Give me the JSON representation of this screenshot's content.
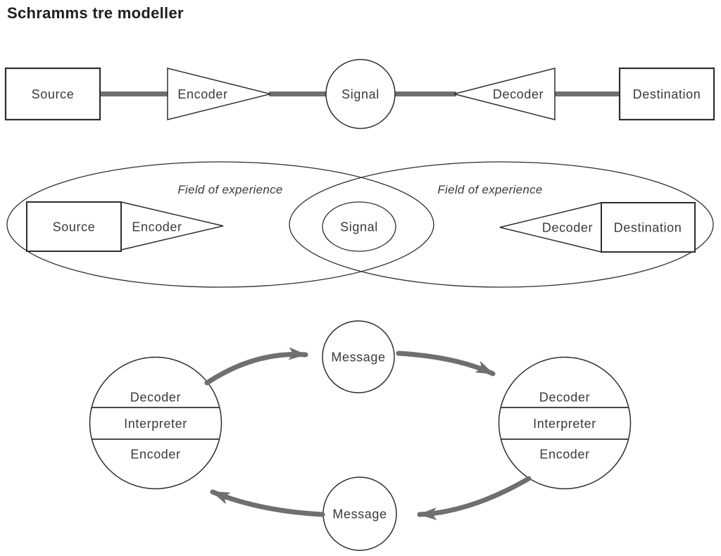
{
  "title": "Schramms tre modeller",
  "colors": {
    "outline": "#2e2e30",
    "text": "#3a3a3c",
    "connector": "#6f6f73"
  },
  "linear_model": {
    "source": "Source",
    "encoder": "Encoder",
    "signal": "Signal",
    "decoder": "Decoder",
    "destination": "Destination"
  },
  "experience_model": {
    "field_left": "Field of experience",
    "field_right": "Field of experience",
    "source": "Source",
    "encoder": "Encoder",
    "signal": "Signal",
    "decoder": "Decoder",
    "destination": "Destination"
  },
  "circular_model": {
    "message_top": "Message",
    "message_bottom": "Message",
    "left_actor": {
      "decoder": "Decoder",
      "interpreter": "Interpreter",
      "encoder": "Encoder"
    },
    "right_actor": {
      "decoder": "Decoder",
      "interpreter": "Interpreter",
      "encoder": "Encoder"
    }
  }
}
